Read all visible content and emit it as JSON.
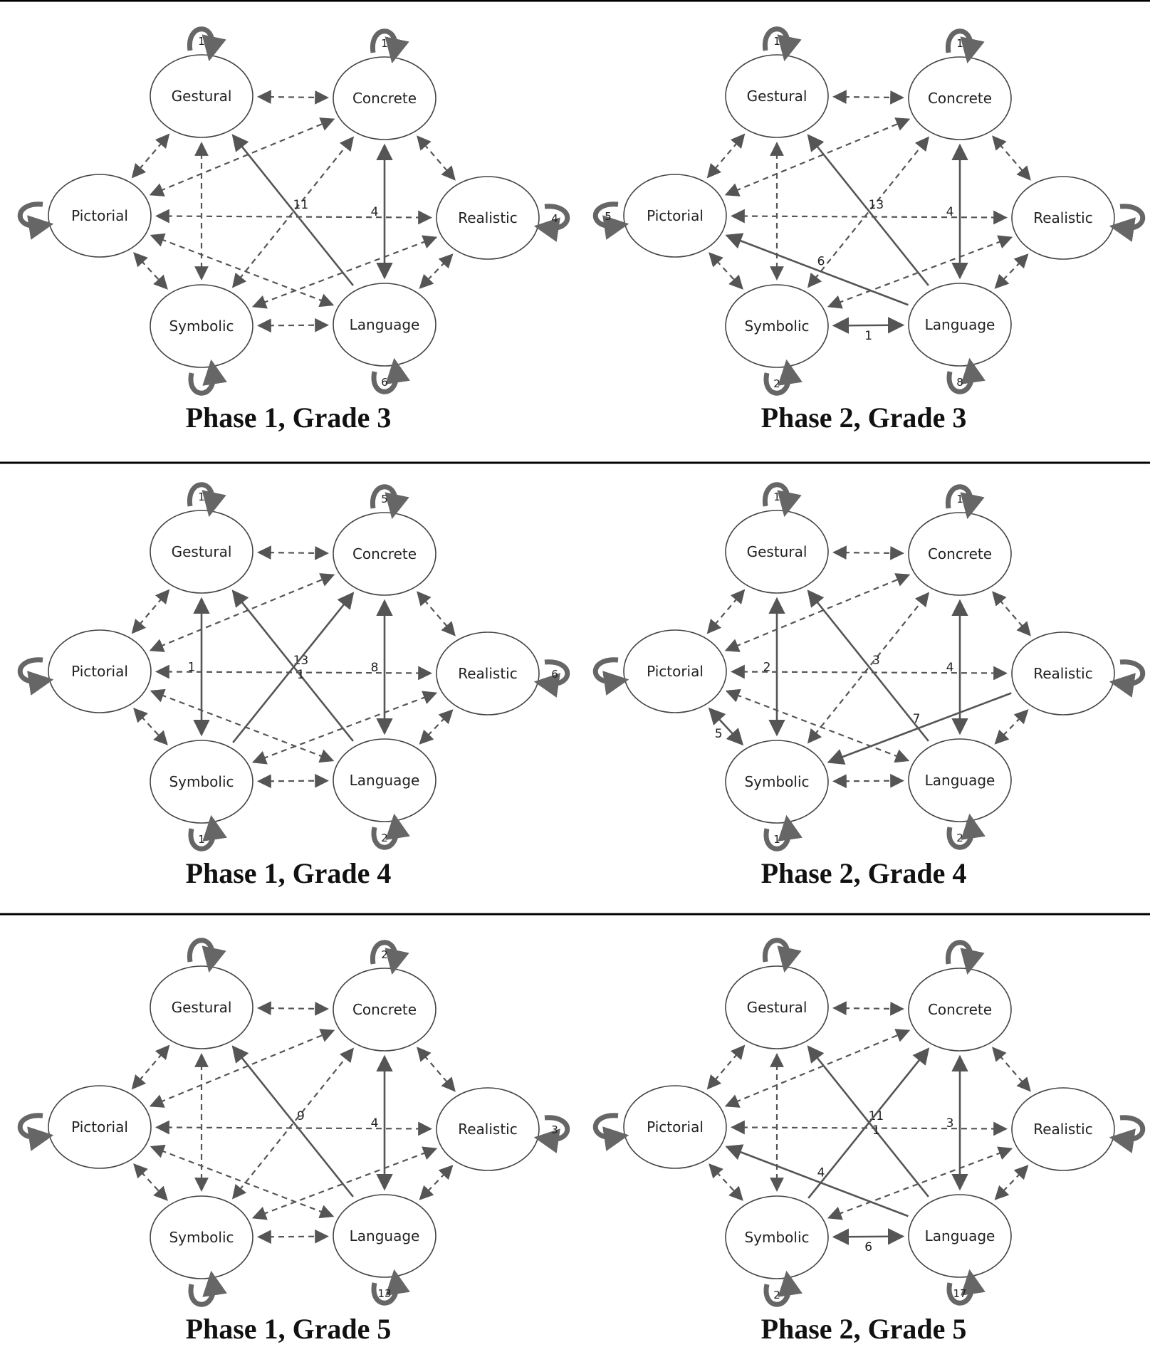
{
  "node_labels": {
    "gestural": "Gestural",
    "concrete": "Concrete",
    "pictorial": "Pictorial",
    "realistic": "Realistic",
    "symbolic": "Symbolic",
    "language": "Language"
  },
  "panels": [
    {
      "id": "p1g3",
      "title": "Phase 1, Grade 3",
      "loops": [
        {
          "node": "gestural",
          "label": "1"
        },
        {
          "node": "concrete",
          "label": "1"
        },
        {
          "node": "pictorial",
          "label": ""
        },
        {
          "node": "realistic",
          "label": "4"
        },
        {
          "node": "symbolic",
          "label": ""
        },
        {
          "node": "language",
          "label": "6"
        }
      ],
      "edges": [
        {
          "from": "language",
          "to": "gestural",
          "style": "solid",
          "label": "11"
        },
        {
          "from": "concrete",
          "to": "language",
          "style": "solid",
          "label": "4",
          "both": true
        }
      ]
    },
    {
      "id": "p2g3",
      "title": "Phase 2, Grade 3",
      "loops": [
        {
          "node": "gestural",
          "label": "1"
        },
        {
          "node": "concrete",
          "label": "1"
        },
        {
          "node": "pictorial",
          "label": "5"
        },
        {
          "node": "realistic",
          "label": ""
        },
        {
          "node": "symbolic",
          "label": "2"
        },
        {
          "node": "language",
          "label": "8"
        }
      ],
      "edges": [
        {
          "from": "language",
          "to": "gestural",
          "style": "solid",
          "label": "13"
        },
        {
          "from": "concrete",
          "to": "language",
          "style": "solid",
          "label": "4",
          "both": true
        },
        {
          "from": "language",
          "to": "pictorial",
          "style": "solid",
          "label": "6"
        },
        {
          "from": "symbolic",
          "to": "language",
          "style": "solid",
          "label": "1",
          "both": true
        }
      ]
    },
    {
      "id": "p1g4",
      "title": "Phase 1, Grade 4",
      "loops": [
        {
          "node": "gestural",
          "label": "1"
        },
        {
          "node": "concrete",
          "label": "5"
        },
        {
          "node": "pictorial",
          "label": ""
        },
        {
          "node": "realistic",
          "label": "6"
        },
        {
          "node": "symbolic",
          "label": "1"
        },
        {
          "node": "language",
          "label": "2"
        }
      ],
      "edges": [
        {
          "from": "language",
          "to": "gestural",
          "style": "solid",
          "label": "13"
        },
        {
          "from": "concrete",
          "to": "language",
          "style": "solid",
          "label": "8",
          "both": true
        },
        {
          "from": "gestural",
          "to": "symbolic",
          "style": "solid",
          "label": "1",
          "both": true
        },
        {
          "from": "symbolic",
          "to": "concrete",
          "style": "solid",
          "label": "1"
        }
      ]
    },
    {
      "id": "p2g4",
      "title": "Phase 2, Grade 4",
      "loops": [
        {
          "node": "gestural",
          "label": "1"
        },
        {
          "node": "concrete",
          "label": "1"
        },
        {
          "node": "pictorial",
          "label": ""
        },
        {
          "node": "realistic",
          "label": ""
        },
        {
          "node": "symbolic",
          "label": "1"
        },
        {
          "node": "language",
          "label": "2"
        }
      ],
      "edges": [
        {
          "from": "language",
          "to": "gestural",
          "style": "solid",
          "label": "3"
        },
        {
          "from": "concrete",
          "to": "language",
          "style": "solid",
          "label": "4",
          "both": true
        },
        {
          "from": "gestural",
          "to": "symbolic",
          "style": "solid",
          "label": "2",
          "both": true
        },
        {
          "from": "realistic",
          "to": "symbolic",
          "style": "solid",
          "label": "7"
        },
        {
          "from": "pictorial",
          "to": "symbolic",
          "style": "solid",
          "label": "5",
          "both": true
        }
      ]
    },
    {
      "id": "p1g5",
      "title": "Phase 1, Grade 5",
      "loops": [
        {
          "node": "gestural",
          "label": ""
        },
        {
          "node": "concrete",
          "label": "2"
        },
        {
          "node": "pictorial",
          "label": ""
        },
        {
          "node": "realistic",
          "label": "3"
        },
        {
          "node": "symbolic",
          "label": ""
        },
        {
          "node": "language",
          "label": "13"
        }
      ],
      "edges": [
        {
          "from": "language",
          "to": "gestural",
          "style": "solid",
          "label": "9"
        },
        {
          "from": "concrete",
          "to": "language",
          "style": "solid",
          "label": "4",
          "both": true
        }
      ]
    },
    {
      "id": "p2g5",
      "title": "Phase 2, Grade 5",
      "loops": [
        {
          "node": "gestural",
          "label": ""
        },
        {
          "node": "concrete",
          "label": ""
        },
        {
          "node": "pictorial",
          "label": ""
        },
        {
          "node": "realistic",
          "label": ""
        },
        {
          "node": "symbolic",
          "label": "2"
        },
        {
          "node": "language",
          "label": "17"
        }
      ],
      "edges": [
        {
          "from": "language",
          "to": "gestural",
          "style": "solid",
          "label": "11"
        },
        {
          "from": "concrete",
          "to": "language",
          "style": "solid",
          "label": "3",
          "both": true
        },
        {
          "from": "symbolic",
          "to": "concrete",
          "style": "solid",
          "label": "1"
        },
        {
          "from": "language",
          "to": "pictorial",
          "style": "solid",
          "label": "4"
        },
        {
          "from": "symbolic",
          "to": "language",
          "style": "solid",
          "label": "6",
          "both": true
        }
      ]
    }
  ]
}
